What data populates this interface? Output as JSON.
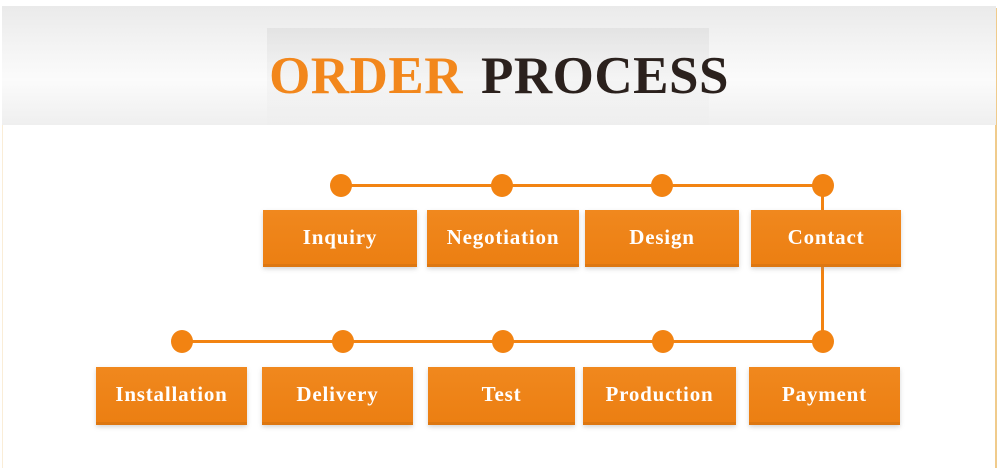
{
  "title": {
    "primary": "ORDER",
    "secondary": "PROCESS"
  },
  "colors": {
    "box_orange": "#EF8318",
    "box_border": "#DD7711",
    "connector_orange": "#F28312",
    "title_orange": "#F2871C",
    "title_dark": "#2B211D",
    "edge_line": "#F0CB8C",
    "label_white": "#FFFFFF"
  },
  "flow": {
    "top_row": {
      "steps": [
        "Inquiry",
        "Negotiation",
        "Design",
        "Contact"
      ]
    },
    "bottom_row": {
      "steps": [
        "Installation",
        "Delivery",
        "Test",
        "Production",
        "Payment"
      ]
    }
  }
}
